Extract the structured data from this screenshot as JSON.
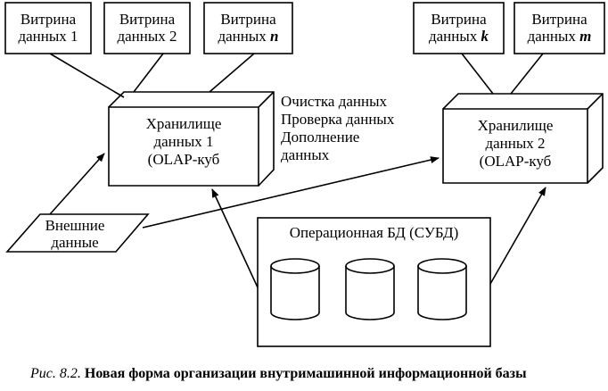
{
  "marts_left": [
    {
      "line1": "Витрина",
      "line2_prefix": "данных ",
      "line2_var": "1",
      "var_italic": false
    },
    {
      "line1": "Витрина",
      "line2_prefix": "данных ",
      "line2_var": "2",
      "var_italic": false
    },
    {
      "line1": "Витрина",
      "line2_prefix": "данных ",
      "line2_var": "n",
      "var_italic": true
    }
  ],
  "marts_right": [
    {
      "line1": "Витрина",
      "line2_prefix": "данных ",
      "line2_var": "k",
      "var_italic": true
    },
    {
      "line1": "Витрина",
      "line2_prefix": "данных ",
      "line2_var": "m",
      "var_italic": true
    }
  ],
  "warehouse1": {
    "line1": "Хранилище",
    "line2": "данных 1",
    "line3": "(OLAP-куб"
  },
  "warehouse2": {
    "line1": "Хранилище",
    "line2": "данных 2",
    "line3": "(OLAP-куб"
  },
  "processing": [
    "Очистка данных",
    "Проверка данных",
    "Дополнение",
    "данных"
  ],
  "external": {
    "line1": "Внешние",
    "line2": "данные"
  },
  "operational_db": {
    "label": "Операционная БД (СУБД)"
  },
  "caption": {
    "number": "Рис. 8.2.",
    "text": "Новая форма организации внутримашинной информационной базы"
  }
}
